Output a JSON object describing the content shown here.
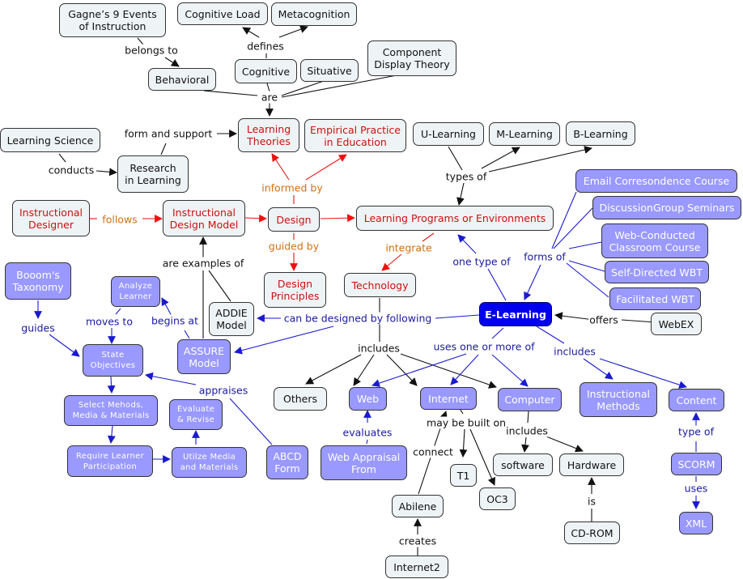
{
  "concept_map": {
    "nodes": {
      "gagne": "Gagne’s 9 Events\nof Instruction",
      "cognitive_load": "Cognitive Load",
      "metacognition": "Metacognition",
      "behavioral": "Behavioral",
      "cognitive": "Cognitive",
      "situative": "Situative",
      "component_display": "Component\nDisplay Theory",
      "learning_science": "Learning Science",
      "research": "Research\nin Learning",
      "learning_theories": "Learning\nTheories",
      "empirical": "Empirical Practice\nin Education",
      "u_learning": "U-Learning",
      "m_learning": "M-Learning",
      "b_learning": "B-Learning",
      "email_course": "Email Corresondence Course",
      "discussion": "DiscussionGroup Seminars",
      "web_conducted": "Web-Conducted\nClassroom Course",
      "self_directed": "Self-Directed WBT",
      "facilitated": "Facilitated WBT",
      "instructional_designer": "Instructional\nDesigner",
      "idm": "Instructional\nDesign Model",
      "design": "Design",
      "lpe": "Learning Programs or Environments",
      "bloom": "Booom's\nTaxonomy",
      "analyze": "Analyze\nLearner",
      "addie": "ADDIE\nModel",
      "design_principles": "Design\nPrinciples",
      "technology": "Technology",
      "elearning": "E-Learning",
      "webex": "WebEX",
      "state_obj": "State\nObjectives",
      "assure": "ASSURE\nModel",
      "select": "Select Mehods,\nMedia & Materials",
      "evaluate": "Evaluate\n& Revise",
      "require": "Require Learner\nParticipation",
      "utilize": "Utilze Media\nand Materials",
      "abcd": "ABCD\nForm",
      "others": "Others",
      "web": "Web",
      "internet": "Internet",
      "computer": "Computer",
      "instr_methods": "Instructional\nMethods",
      "content": "Content",
      "web_appraisal": "Web Appraisal\nFrom",
      "t1": "T1",
      "oc3": "OC3",
      "software": "software",
      "hardware": "Hardware",
      "scorm": "SCORM",
      "abilene": "Abilene",
      "cdrom": "CD-ROM",
      "xml": "XML",
      "internet2": "Internet2"
    },
    "labels": {
      "belongs_to": "belongs to",
      "defines": "defines",
      "are": "are",
      "form_support": "form and support",
      "conducts": "conducts",
      "informed_by": "informed by",
      "types_of": "types of",
      "follows": "follows",
      "guided_by": "guided by",
      "integrate": "integrate",
      "one_type_of": "one type of",
      "forms_of": "forms of",
      "are_examples_of": "are examples of",
      "guides": "guides",
      "moves_to": "moves to",
      "begins_at": "begins at",
      "can_be_designed": "can be designed by following",
      "offers": "offers",
      "includes_tech": "includes",
      "uses_one_or_more": "uses one or more of",
      "includes_el": "includes",
      "appraises": "appraises",
      "evaluates": "evaluates",
      "may_be_built_on": "may be built on",
      "includes_comp": "includes",
      "type_of": "type of",
      "connect": "connect",
      "is": "is",
      "uses": "uses",
      "creates": "creates"
    },
    "colors": {
      "node_fill": "#eef3f5",
      "blue_node_fill": "#9999ff",
      "focus_node_fill": "#0000ee",
      "red_link": "#ee1111",
      "blue_link": "#1a1ad0",
      "black_link": "#111111",
      "orange_label": "#d07010"
    }
  }
}
